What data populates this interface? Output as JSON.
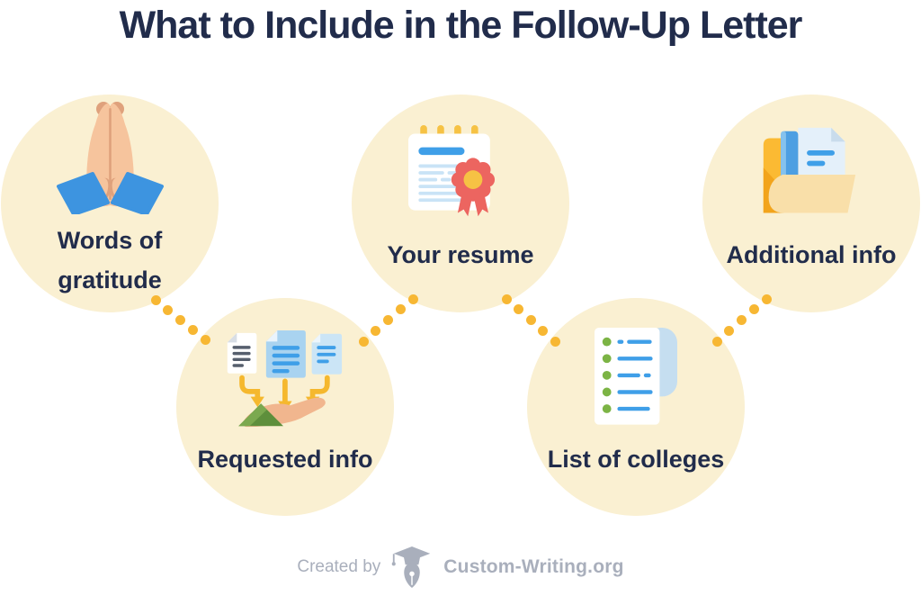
{
  "title": "What to Include in the Follow-Up Letter",
  "steps": [
    {
      "label": "Words of gratitude",
      "icon": "praying-hands-icon"
    },
    {
      "label": "Requested info",
      "icon": "documents-into-hand-icon"
    },
    {
      "label": "Your resume",
      "icon": "resume-with-award-icon"
    },
    {
      "label": "List of colleges",
      "icon": "checklist-page-icon"
    },
    {
      "label": "Additional info",
      "icon": "folder-with-documents-icon"
    }
  ],
  "footer": {
    "created_by_label": "Created by",
    "brand_name": "Custom-Writing.org",
    "logo": "graduation-cap-pen-nib-icon"
  },
  "colors": {
    "title_text": "#212C4B",
    "label_text": "#212C4B",
    "circle_fill": "#FAF0D2",
    "dot_amber": "#F7B733",
    "sleeve_blue": "#3D94E0",
    "skin": "#F6C49D",
    "skin_dark": "#DFA17C",
    "ink_gray": "#565F6D",
    "doc_white": "#FFFFFF",
    "blue": "#3F9FE8",
    "mid_blue": "#A9D3F0",
    "pale_blue": "#CBE5F6",
    "light_blue": "#C9E3F6",
    "arrow_yellow": "#F5B82E",
    "hand_tan": "#F1B68E",
    "green_dark": "#5E8F3C",
    "green_light": "#7BA94F",
    "list_green": "#7CB445",
    "red": "#EC6560",
    "rosette_yellow": "#F6C244",
    "folder_yellow": "#FBBA33",
    "folder_orange": "#F2A41C",
    "folder_flap": "#F9DFA9",
    "tab_blue": "#C5DEF0",
    "doc_pale": "#E4F0FA",
    "doc_fold": "#C9DCEC",
    "footer_gray": "#A9AFBC"
  }
}
